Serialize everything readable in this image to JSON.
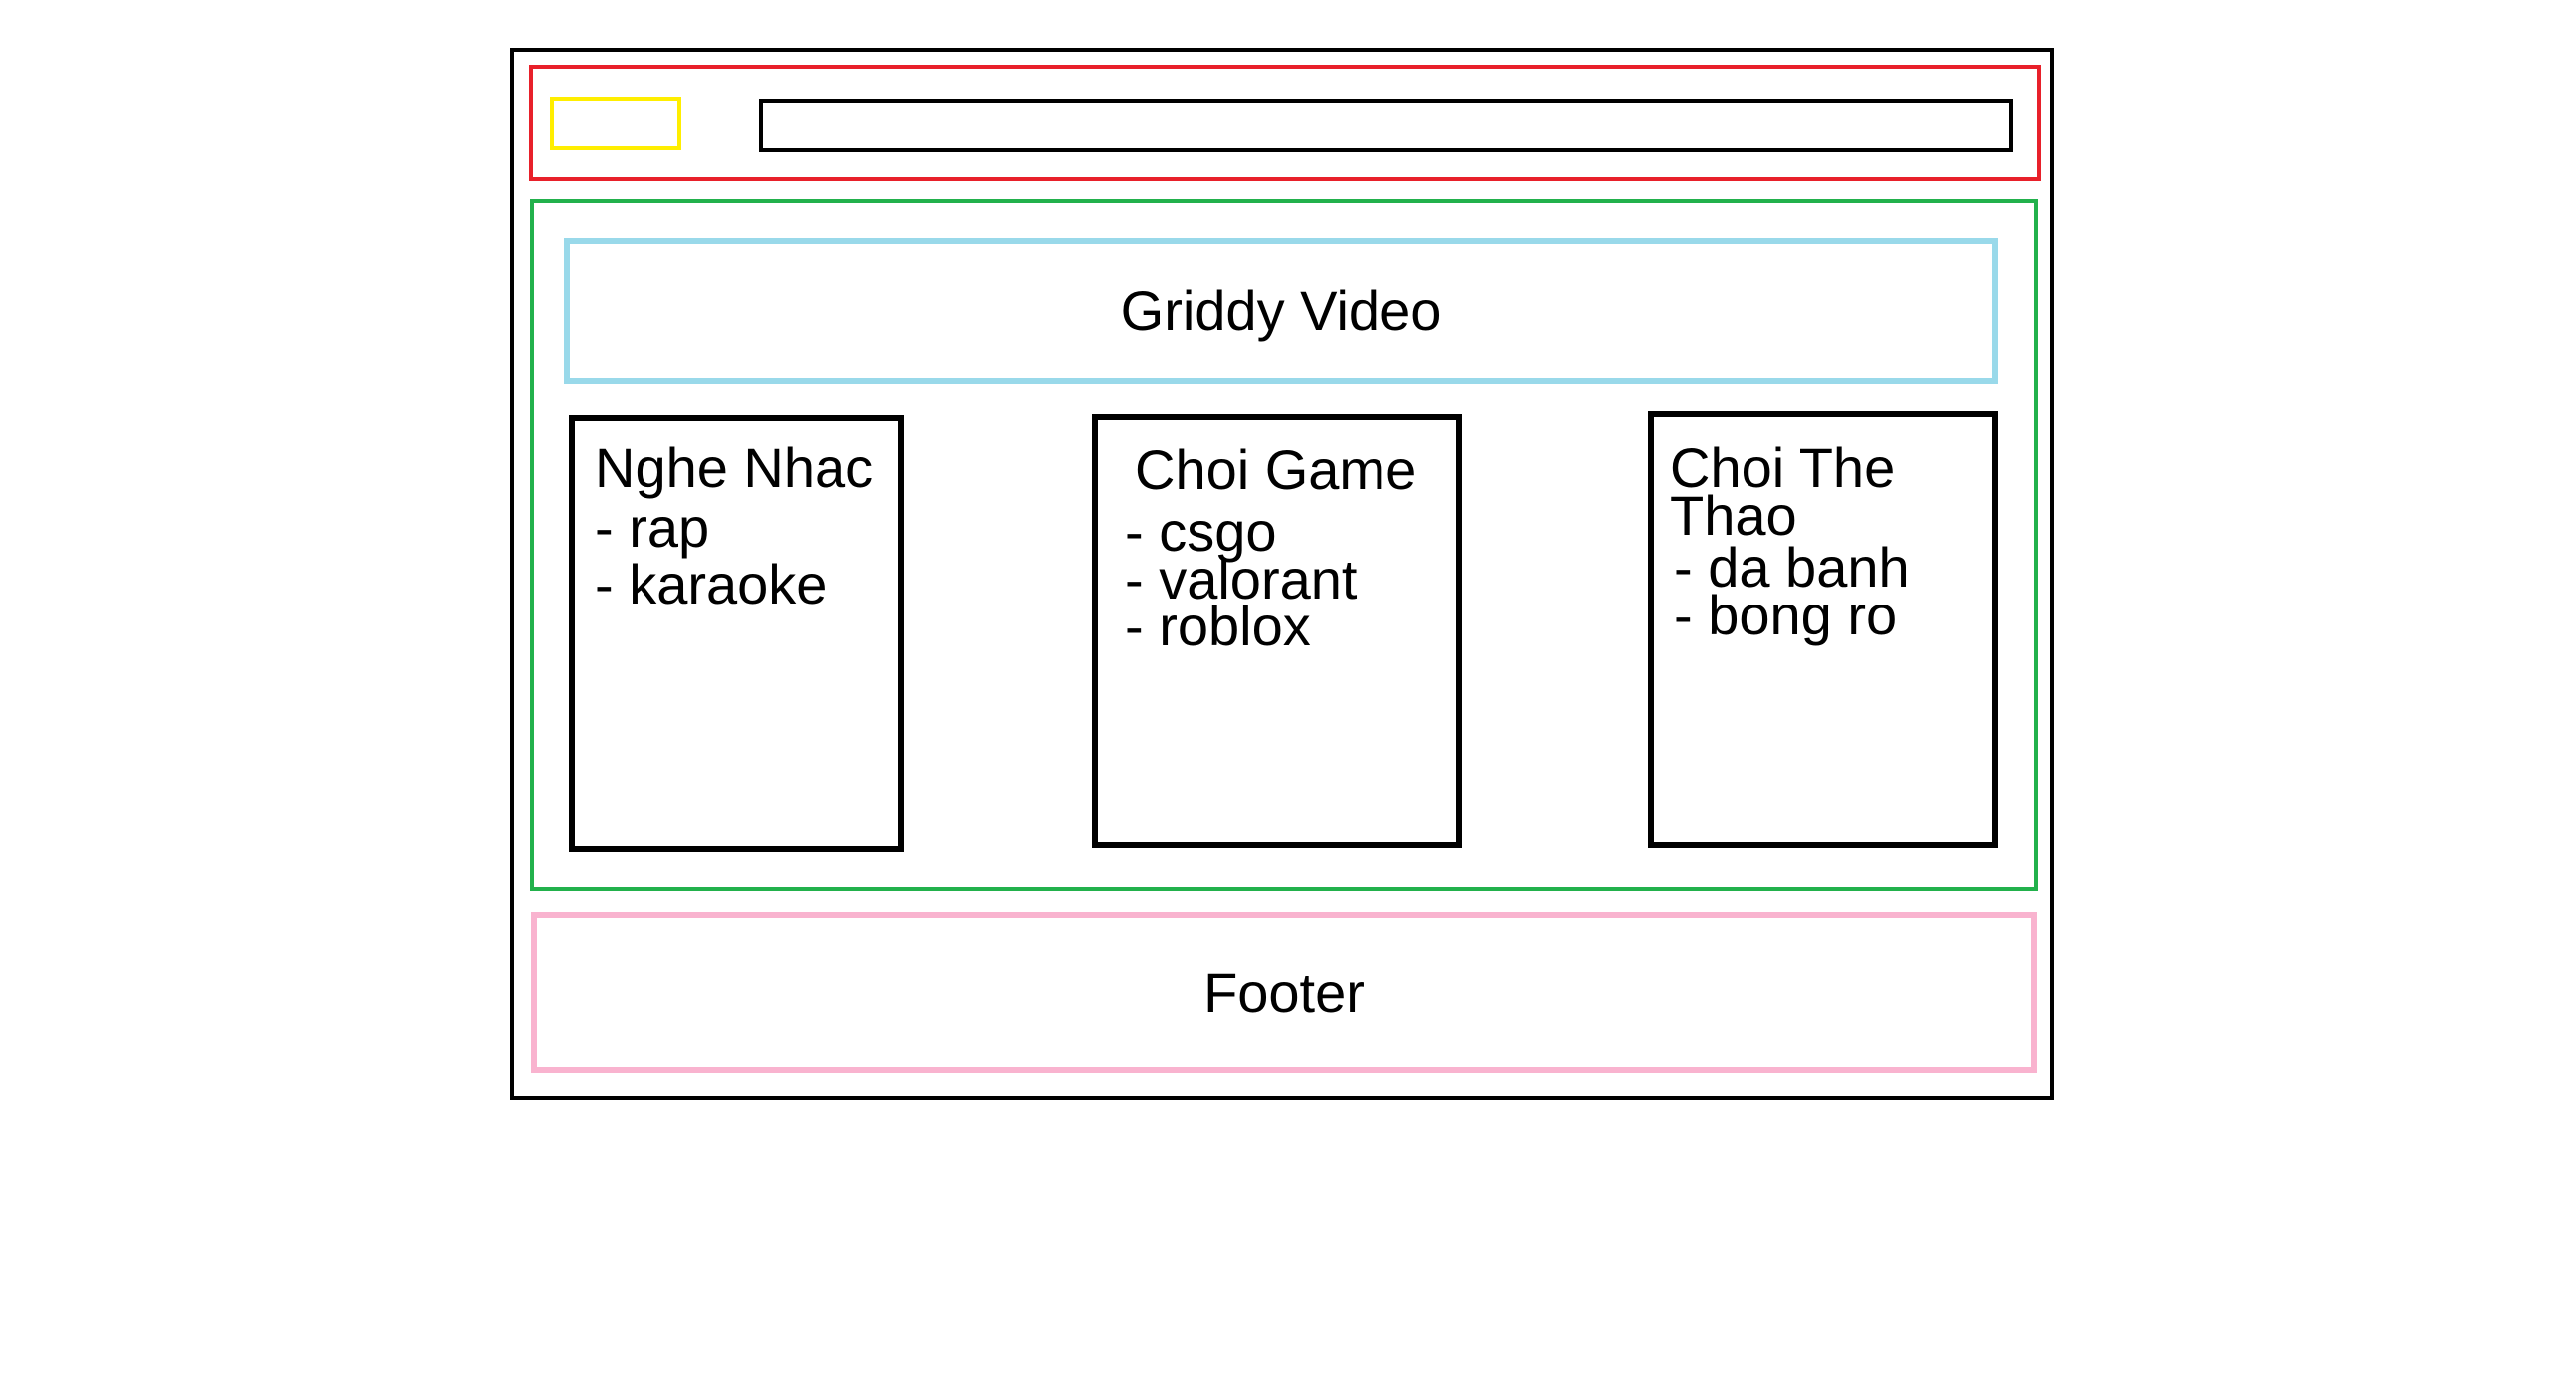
{
  "banner": {
    "label": "Griddy Video"
  },
  "cards": [
    {
      "title": "Nghe Nhac",
      "items": [
        "- rap",
        "- karaoke"
      ]
    },
    {
      "title": "Choi Game",
      "items": [
        "- csgo",
        "- valorant",
        "- roblox"
      ]
    },
    {
      "title_lines": [
        "Choi The",
        "Thao"
      ],
      "items": [
        "- da banh",
        "- bong ro"
      ]
    }
  ],
  "footer": {
    "label": "Footer"
  },
  "colors": {
    "header_border": "#e8202a",
    "logo_border": "#ffee00",
    "main_border": "#22b14c",
    "banner_border": "#99d9ea",
    "footer_border": "#f9b3cf",
    "card_border": "#000000"
  }
}
